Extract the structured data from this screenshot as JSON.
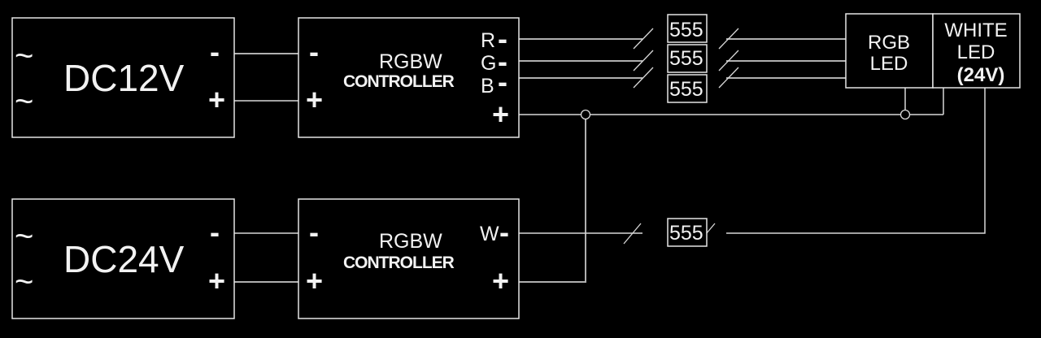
{
  "power_supplies": [
    {
      "label": "DC12V",
      "ac_symbol": "~",
      "minus": "-",
      "plus": "+"
    },
    {
      "label": "DC24V",
      "ac_symbol": "~",
      "minus": "-",
      "plus": "+"
    }
  ],
  "controllers": [
    {
      "title": "RGBW",
      "subtitle": "CONTROLLER",
      "in_minus": "-",
      "in_plus": "+",
      "outputs": [
        {
          "label": "R",
          "sign": "-"
        },
        {
          "label": "G",
          "sign": "-"
        },
        {
          "label": "B",
          "sign": "-"
        }
      ],
      "out_plus": "+"
    },
    {
      "title": "RGBW",
      "subtitle": "CONTROLLER",
      "in_minus": "-",
      "in_plus": "+",
      "outputs": [
        {
          "label": "W",
          "sign": "-"
        }
      ],
      "out_plus": "+"
    }
  ],
  "amplifiers": [
    "555",
    "555",
    "555",
    "555"
  ],
  "leds": {
    "rgb": {
      "line1": "RGB",
      "line2": "LED"
    },
    "white": {
      "line1": "WHITE",
      "line2": "LED",
      "line3": "(24V)"
    }
  },
  "colors": {
    "background": "#000000",
    "line": "#e6e6e6",
    "text": "#f2f2f2"
  }
}
